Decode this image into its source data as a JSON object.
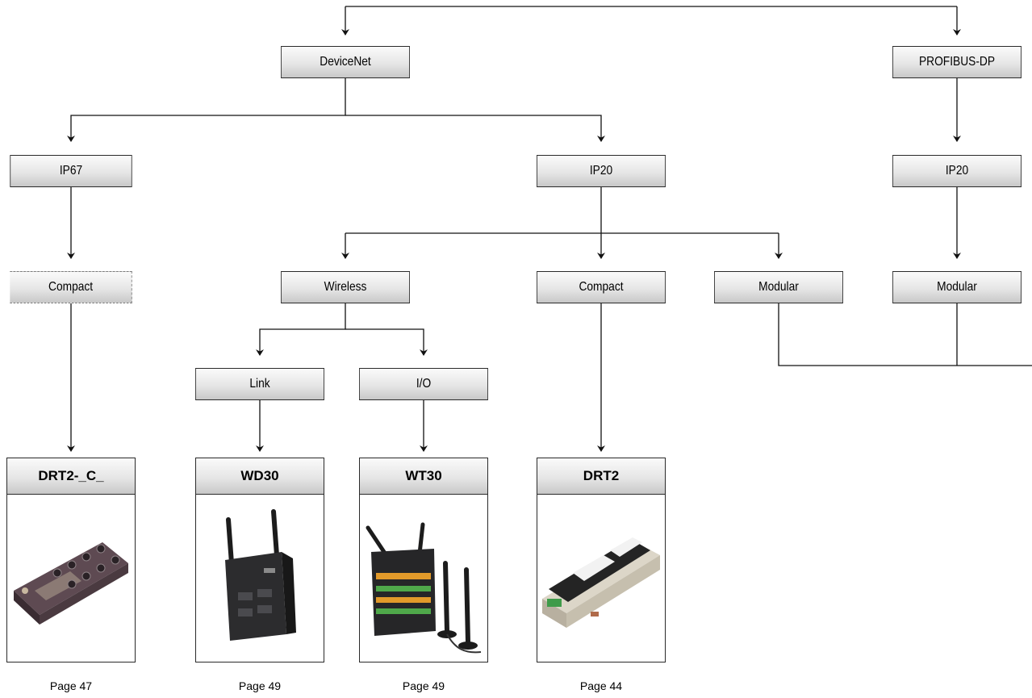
{
  "nodes": {
    "devicenet": "DeviceNet",
    "profibus": "PROFIBUS-DP",
    "ip67": "IP67",
    "ip20_devicenet": "IP20",
    "ip20_profibus": "IP20",
    "compact_ip67": "Compact",
    "wireless": "Wireless",
    "compact_ip20": "Compact",
    "modular_devicenet": "Modular",
    "modular_profibus": "Modular",
    "link": "Link",
    "io": "I/O"
  },
  "products": [
    {
      "name": "DRT2-_C_",
      "page": "Page 47",
      "image": "drt2-c-ip67-module-photo"
    },
    {
      "name": "WD30",
      "page": "Page 49",
      "image": "wd30-wireless-link-photo"
    },
    {
      "name": "WT30",
      "page": "Page 49",
      "image": "wt30-wireless-io-photo"
    },
    {
      "name": "DRT2",
      "page": "Page 44",
      "image": "drt2-compact-terminal-photo"
    }
  ]
}
